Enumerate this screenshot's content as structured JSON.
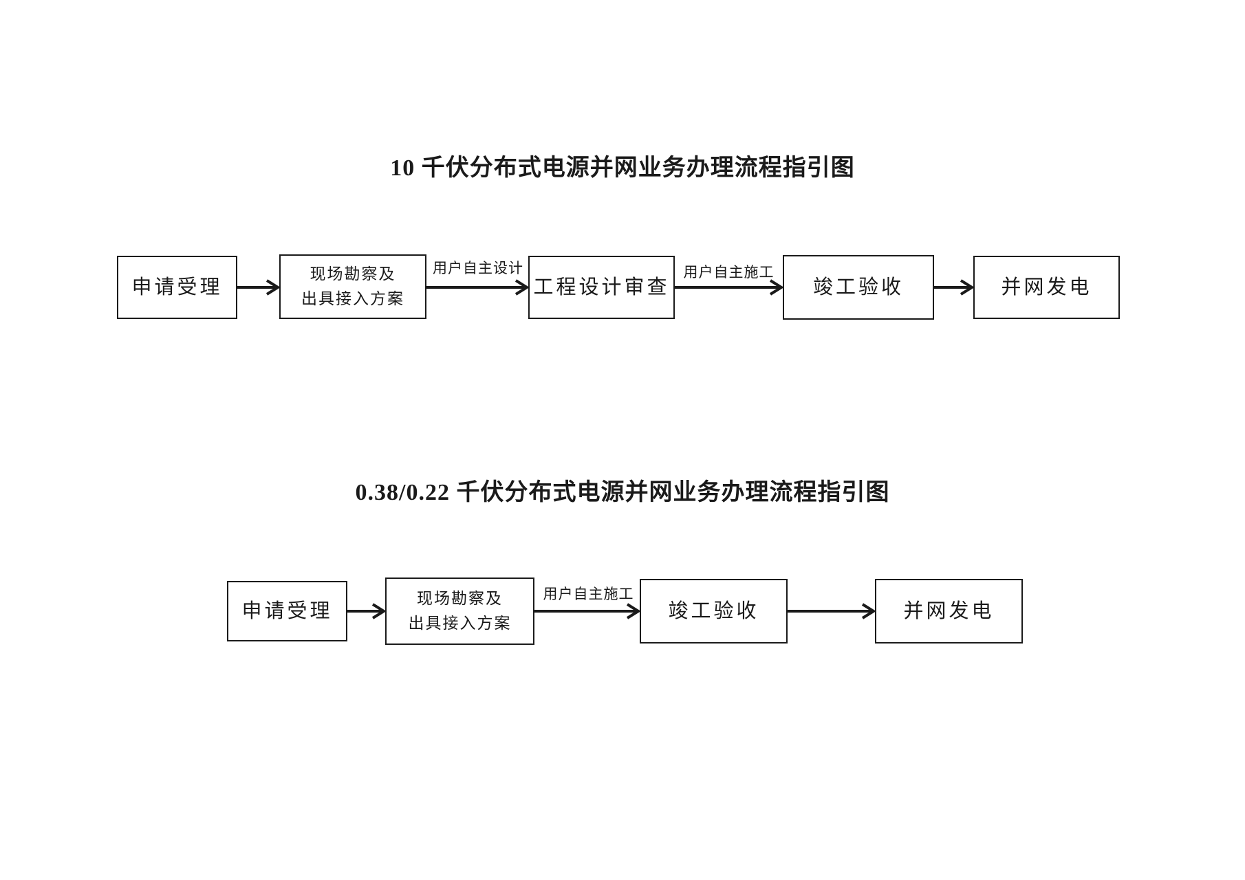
{
  "colors": {
    "ink": "#1a1a1a",
    "background": "#ffffff"
  },
  "diagrams": [
    {
      "title": "10 千伏分布式电源并网业务办理流程指引图",
      "nodes": [
        {
          "label": "申请受理"
        },
        {
          "lines": [
            "现场勘察及",
            "出具接入方案"
          ]
        },
        {
          "label": "工程设计审查"
        },
        {
          "label": "竣工验收"
        },
        {
          "label": "并网发电"
        }
      ],
      "edge_labels": [
        {
          "text": "用户自主设计"
        },
        {
          "text": "用户自主施工"
        }
      ]
    },
    {
      "title": "0.38/0.22 千伏分布式电源并网业务办理流程指引图",
      "nodes": [
        {
          "label": "申请受理"
        },
        {
          "lines": [
            "现场勘察及",
            "出具接入方案"
          ]
        },
        {
          "label": "竣工验收"
        },
        {
          "label": "并网发电"
        }
      ],
      "edge_labels": [
        {
          "text": "用户自主施工"
        }
      ]
    }
  ]
}
